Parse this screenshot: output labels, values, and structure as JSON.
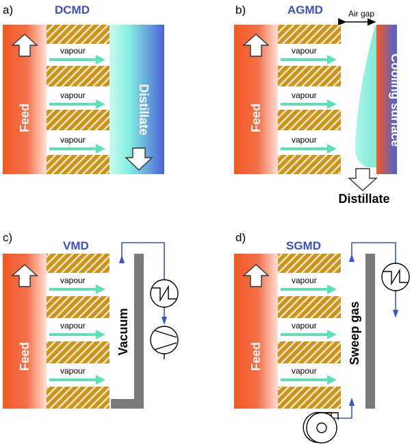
{
  "panels": {
    "a": {
      "label": "a)",
      "title": "DCMD",
      "feed": "Feed",
      "vapour": "vapour",
      "side": "Distillate"
    },
    "b": {
      "label": "b)",
      "title": "AGMD",
      "feed": "Feed",
      "vapour": "vapour",
      "side": "Cooling surface",
      "air_gap": "Air gap",
      "distillate": "Distillate"
    },
    "c": {
      "label": "c)",
      "title": "VMD",
      "feed": "Feed",
      "vapour": "vapour",
      "side": "Vacuum"
    },
    "d": {
      "label": "d)",
      "title": "SGMD",
      "feed": "Feed",
      "vapour": "vapour",
      "side": "Sweep gas"
    }
  },
  "colors": {
    "title": "#3d4fc9",
    "feed_warm": "#f05a24",
    "feed_light": "#ffe0d4",
    "membrane": "#c8941e",
    "vapour_arrow": "#5ee0b8",
    "pipe": "#3d4fc9",
    "wall": "#7a7a7a",
    "distillate_blue": "#4a63d6",
    "distillate_cyan": "#86f0e0"
  },
  "icons": {
    "feed_arrow": "up-arrow-icon",
    "distillate_arrow": "down-arrow-icon",
    "heat_exchanger": "heat-exchanger-icon",
    "pump": "vacuum-pump-icon",
    "blower": "blower-icon"
  }
}
